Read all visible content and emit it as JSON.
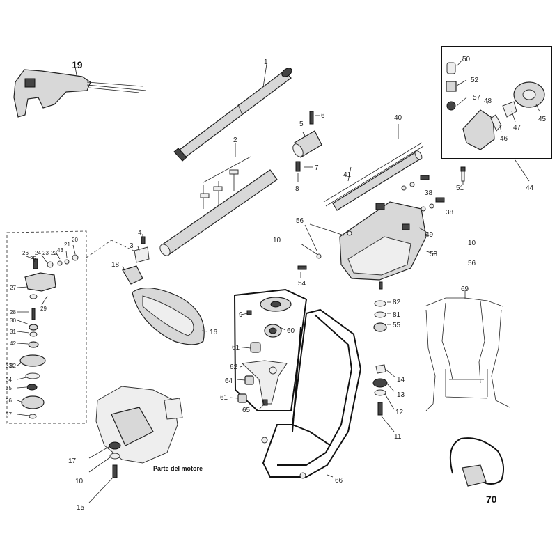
{
  "callouts": {
    "c1": "1",
    "c2": "2",
    "c3": "3",
    "c4": "4",
    "c5": "5",
    "c6": "6",
    "c7": "7",
    "c8": "8",
    "c9": "9",
    "c10a": "10",
    "c10b": "10",
    "c10c": "10",
    "c11": "11",
    "c12": "12",
    "c13": "13",
    "c14": "14",
    "c15": "15",
    "c16": "16",
    "c17": "17",
    "c18": "18",
    "c19": "19",
    "c20": "20",
    "c21": "21",
    "c22": "22",
    "c23": "23",
    "c24": "24",
    "c25": "25",
    "c26": "26",
    "c27": "27",
    "c28": "28",
    "c29": "29",
    "c30": "30",
    "c31": "31",
    "c32": "32",
    "c33": "33",
    "c34": "34",
    "c35": "35",
    "c36": "36",
    "c37": "37",
    "c38a": "38",
    "c38b": "38",
    "c40": "40",
    "c41": "41",
    "c42": "42",
    "c43": "43",
    "c44": "44",
    "c45": "45",
    "c46": "46",
    "c47": "47",
    "c48": "48",
    "c49": "49",
    "c50": "50",
    "c51": "51",
    "c52": "52",
    "c53": "53",
    "c54": "54",
    "c55": "55",
    "c56a": "56",
    "c56b": "56",
    "c57": "57",
    "c60": "60",
    "c61a": "61",
    "c61b": "61",
    "c62": "62",
    "c64": "64",
    "c65": "65",
    "c66": "66",
    "c69": "69",
    "c70": "70",
    "c81": "81",
    "c82": "82"
  },
  "captions": {
    "engine_part": "Parte del motore"
  }
}
